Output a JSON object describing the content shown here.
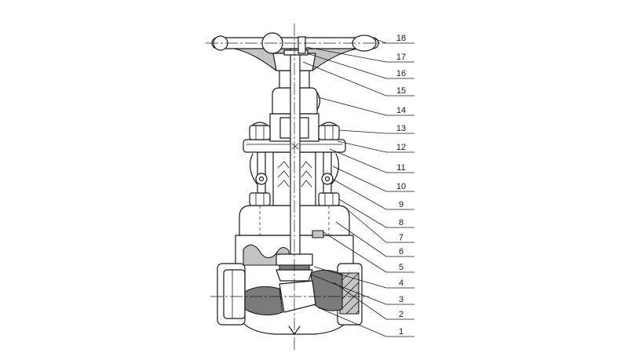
{
  "diagram": {
    "callouts": [
      "18",
      "17",
      "16",
      "15",
      "14",
      "13",
      "12",
      "11",
      "10",
      "9",
      "8",
      "7",
      "6",
      "5",
      "4",
      "3",
      "2",
      "1"
    ]
  },
  "colors": {
    "background": "#ffffff",
    "line": "#1a1a1a",
    "shade": "#c4c4c4",
    "dark_shade": "#7a7a7a"
  }
}
